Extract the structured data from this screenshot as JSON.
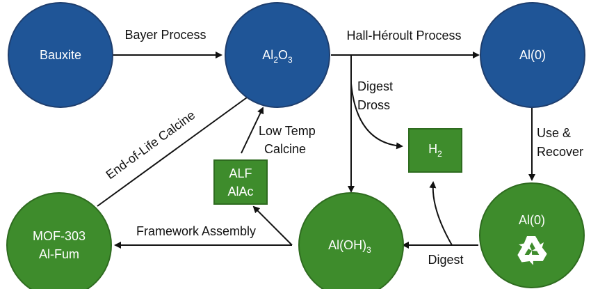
{
  "colors": {
    "blue_node": "#1F5597",
    "green_node": "#3E8C2C",
    "node_border": "#1E3E6E",
    "green_border": "#2E6B1F",
    "arrow": "#111111"
  },
  "nodes": {
    "bauxite": "Bauxite",
    "al2o3": {
      "main1": "Al",
      "sub1": "2",
      "main2": "O",
      "sub2": "3"
    },
    "al0_top": "Al(0)",
    "h2": {
      "main": "H",
      "sub": "2"
    },
    "alf_line1": "ALF",
    "alf_line2": "AlAc",
    "mof_line1": "MOF-303",
    "mof_line2": "Al-Fum",
    "aloh3": {
      "main": "Al(OH)",
      "sub": "3"
    },
    "al0_recycled": "Al(0)",
    "recycle_icon": "recycle-icon"
  },
  "edges": {
    "bayer": "Bayer Process",
    "hall": "Hall-Héroult Process",
    "digest_dross_1": "Digest",
    "digest_dross_2": "Dross",
    "use_recover_1": "Use &",
    "use_recover_2": "Recover",
    "low_temp_1": "Low Temp",
    "low_temp_2": "Calcine",
    "end_of_life": "End-of-Life Calcine",
    "framework": "Framework Assembly",
    "digest": "Digest"
  }
}
